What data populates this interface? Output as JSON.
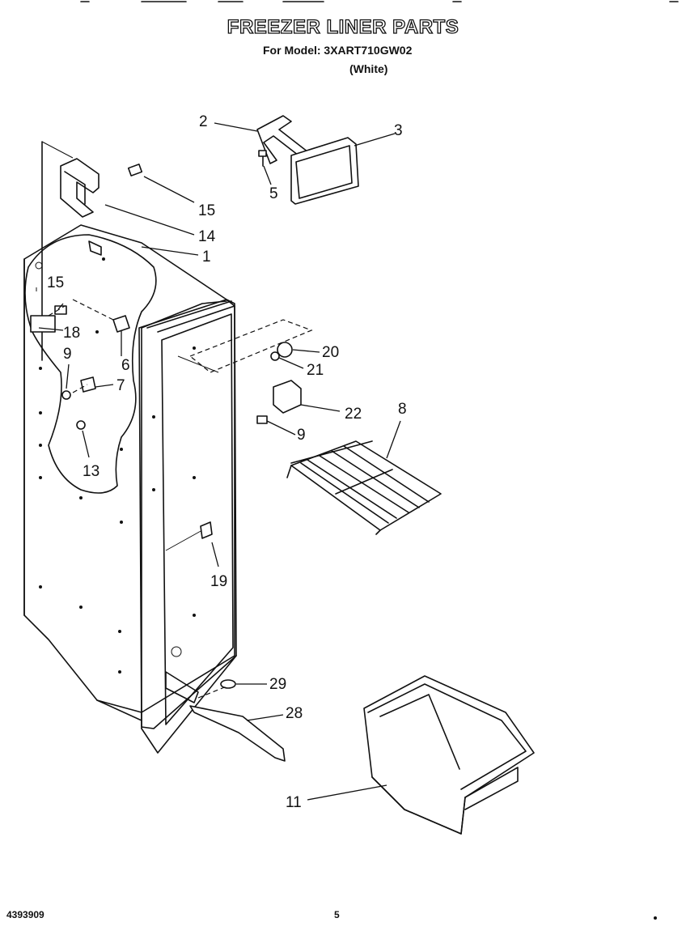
{
  "header": {
    "title": "FREEZER LINER PARTS",
    "model_line": "For Model: 3XART710GW02",
    "variant": "(White)"
  },
  "footer": {
    "doc_number": "4393909",
    "page_number": "5"
  },
  "callouts": {
    "c1": "1",
    "c2": "2",
    "c3": "3",
    "c5": "5",
    "c6": "6",
    "c7": "7",
    "c8": "8",
    "c9a": "9",
    "c9b": "9",
    "c11": "11",
    "c13": "13",
    "c14": "14",
    "c15a": "15",
    "c15b": "15",
    "c18": "18",
    "c19": "19",
    "c20": "20",
    "c21": "21",
    "c22": "22",
    "c28": "28",
    "c29": "29"
  }
}
